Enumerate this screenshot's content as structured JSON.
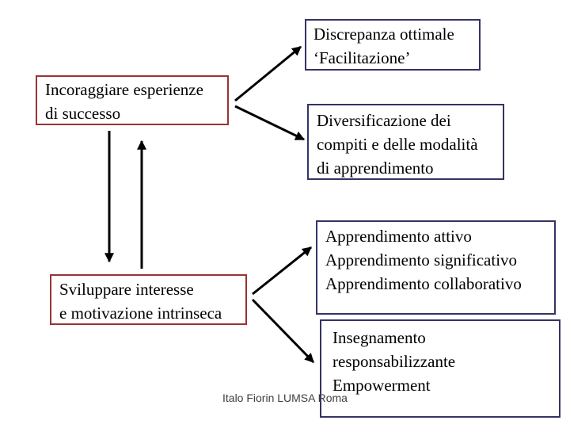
{
  "slide": {
    "background": "#ffffff"
  },
  "colors": {
    "box_border_red": "#993333",
    "box_border_blue": "#333366",
    "arrow_color": "#000000",
    "text_color": "#000000",
    "credit_color": "#3f3f3f"
  },
  "nodes": {
    "incoraggiare": {
      "lines": [
        "Incoraggiare esperienze",
        "di successo"
      ]
    },
    "sviluppare": {
      "lines": [
        "Sviluppare interesse",
        "e motivazione intrinseca"
      ]
    },
    "discrepanza": {
      "lines": [
        "Discrepanza ottimale",
        "‘Facilitazione’"
      ]
    },
    "diversificazione": {
      "lines": [
        "Diversificazione dei",
        "compiti e delle modalità",
        "di apprendimento"
      ]
    },
    "apprendimento": {
      "lines": [
        "Apprendimento attivo",
        "Apprendimento significativo",
        "Apprendimento collaborativo"
      ]
    },
    "insegnamento": {
      "lines": [
        "Insegnamento",
        "responsabilizzante",
        "Empowerment"
      ]
    }
  },
  "edges": [
    {
      "from": "incoraggiare",
      "to": "discrepanza"
    },
    {
      "from": "incoraggiare",
      "to": "diversificazione"
    },
    {
      "from": "incoraggiare",
      "to": "sviluppare"
    },
    {
      "from": "sviluppare",
      "to": "incoraggiare"
    },
    {
      "from": "sviluppare",
      "to": "apprendimento"
    },
    {
      "from": "sviluppare",
      "to": "insegnamento"
    }
  ],
  "footer": {
    "credit": "Italo Fiorin LUMSA Roma"
  }
}
